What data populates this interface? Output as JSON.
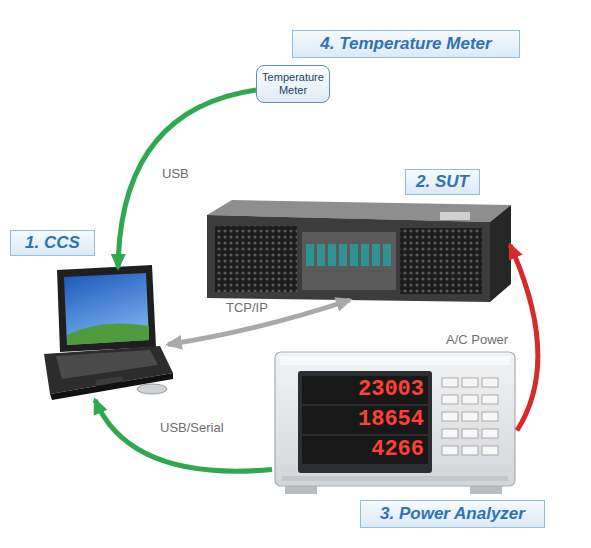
{
  "diagram": {
    "nodes": [
      {
        "text": [
          "4. Temperature Meter"
        ]
      },
      {
        "text": [
          "Temperature Meter"
        ]
      },
      {
        "text": [
          "1. CCS"
        ]
      },
      {
        "text": [
          "2. SUT"
        ]
      },
      {
        "text": [
          "3. Power Analyzer"
        ]
      }
    ],
    "edges": [
      {
        "from": 1,
        "to": 2,
        "arrow": "to",
        "label": "USB"
      },
      {
        "from": 2,
        "to": 3,
        "arrow": "both",
        "label": "TCP/IP"
      },
      {
        "from": 4,
        "to": 2,
        "arrow": "to",
        "label": "USB/Serial"
      },
      {
        "from": 4,
        "to": 3,
        "arrow": "to",
        "label": "A/C Power"
      }
    ],
    "labels": [
      "23003",
      "18654",
      "4266"
    ]
  }
}
